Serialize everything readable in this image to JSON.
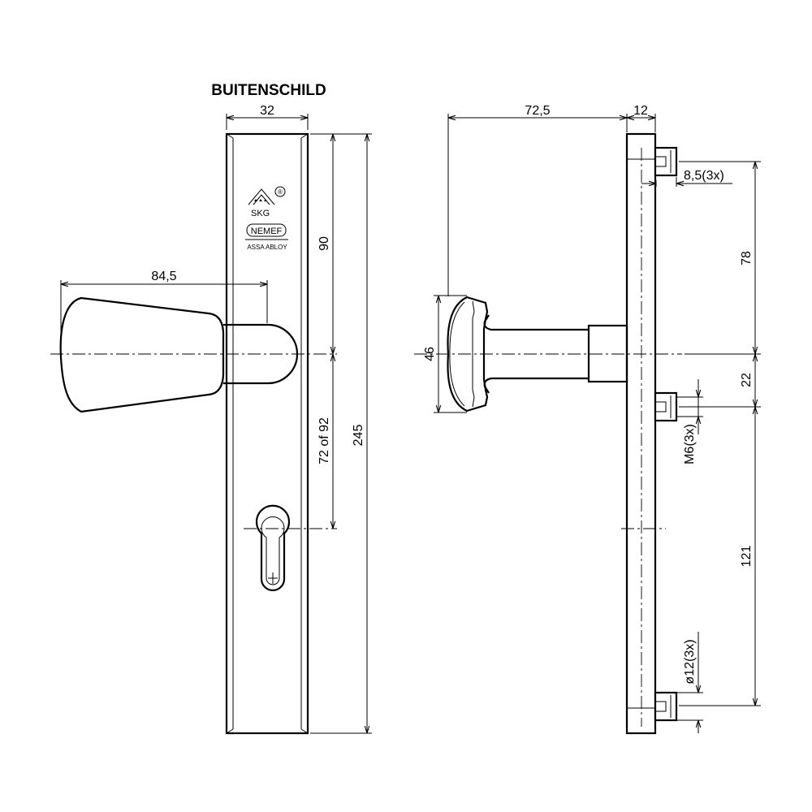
{
  "title": "BUITENSCHILD",
  "logos": {
    "skg_text": "SKG",
    "registered_mark": "®",
    "brand_text": "NEMEF",
    "brand_subtext": "ASSA ABLOY"
  },
  "front_view": {
    "dim_width": "32",
    "dim_knob_projection": "84,5",
    "dim_spindle_to_top": "90",
    "dim_center_distance": "72 of 92",
    "dim_total_height": "245"
  },
  "side_view": {
    "dim_knob_depth": "72,5",
    "dim_plate_thickness": "12",
    "dim_stud_length": "8,5(3x)",
    "dim_top_to_spindle": "78",
    "dim_spindle_to_stud": "22",
    "dim_thread": "M6(3x)",
    "dim_stud_spacing": "121",
    "dim_stud_diameter": "ø12(3x)",
    "dim_knob_diameter": "46"
  }
}
